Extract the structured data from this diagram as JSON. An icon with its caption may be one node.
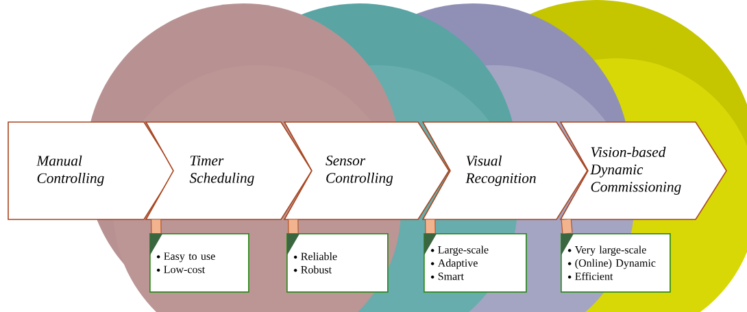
{
  "diagram": {
    "nodes": [
      {
        "text": [
          "Manual Controlling"
        ]
      },
      {
        "text": [
          "Timer Scheduling"
        ]
      },
      {
        "text": [
          "Sensor Controlling"
        ]
      },
      {
        "text": [
          "Visual Recognition"
        ]
      },
      {
        "text": [
          "Vision-based Dynamic Commissioning"
        ]
      },
      {
        "text": [
          "Easy to use",
          "Low-cost"
        ]
      },
      {
        "text": [
          "Reliable",
          "Robust"
        ]
      },
      {
        "text": [
          "Large-scale",
          "Adaptive",
          "Smart"
        ]
      },
      {
        "text": [
          "Very large-scale",
          "(Online) Dynamic",
          "Efficient"
        ]
      }
    ],
    "edges": [
      {
        "from": 1,
        "to": 5,
        "arrow": "none"
      },
      {
        "from": 2,
        "to": 6,
        "arrow": "none"
      },
      {
        "from": 3,
        "to": 7,
        "arrow": "none"
      },
      {
        "from": 4,
        "to": 8,
        "arrow": "none"
      }
    ]
  }
}
